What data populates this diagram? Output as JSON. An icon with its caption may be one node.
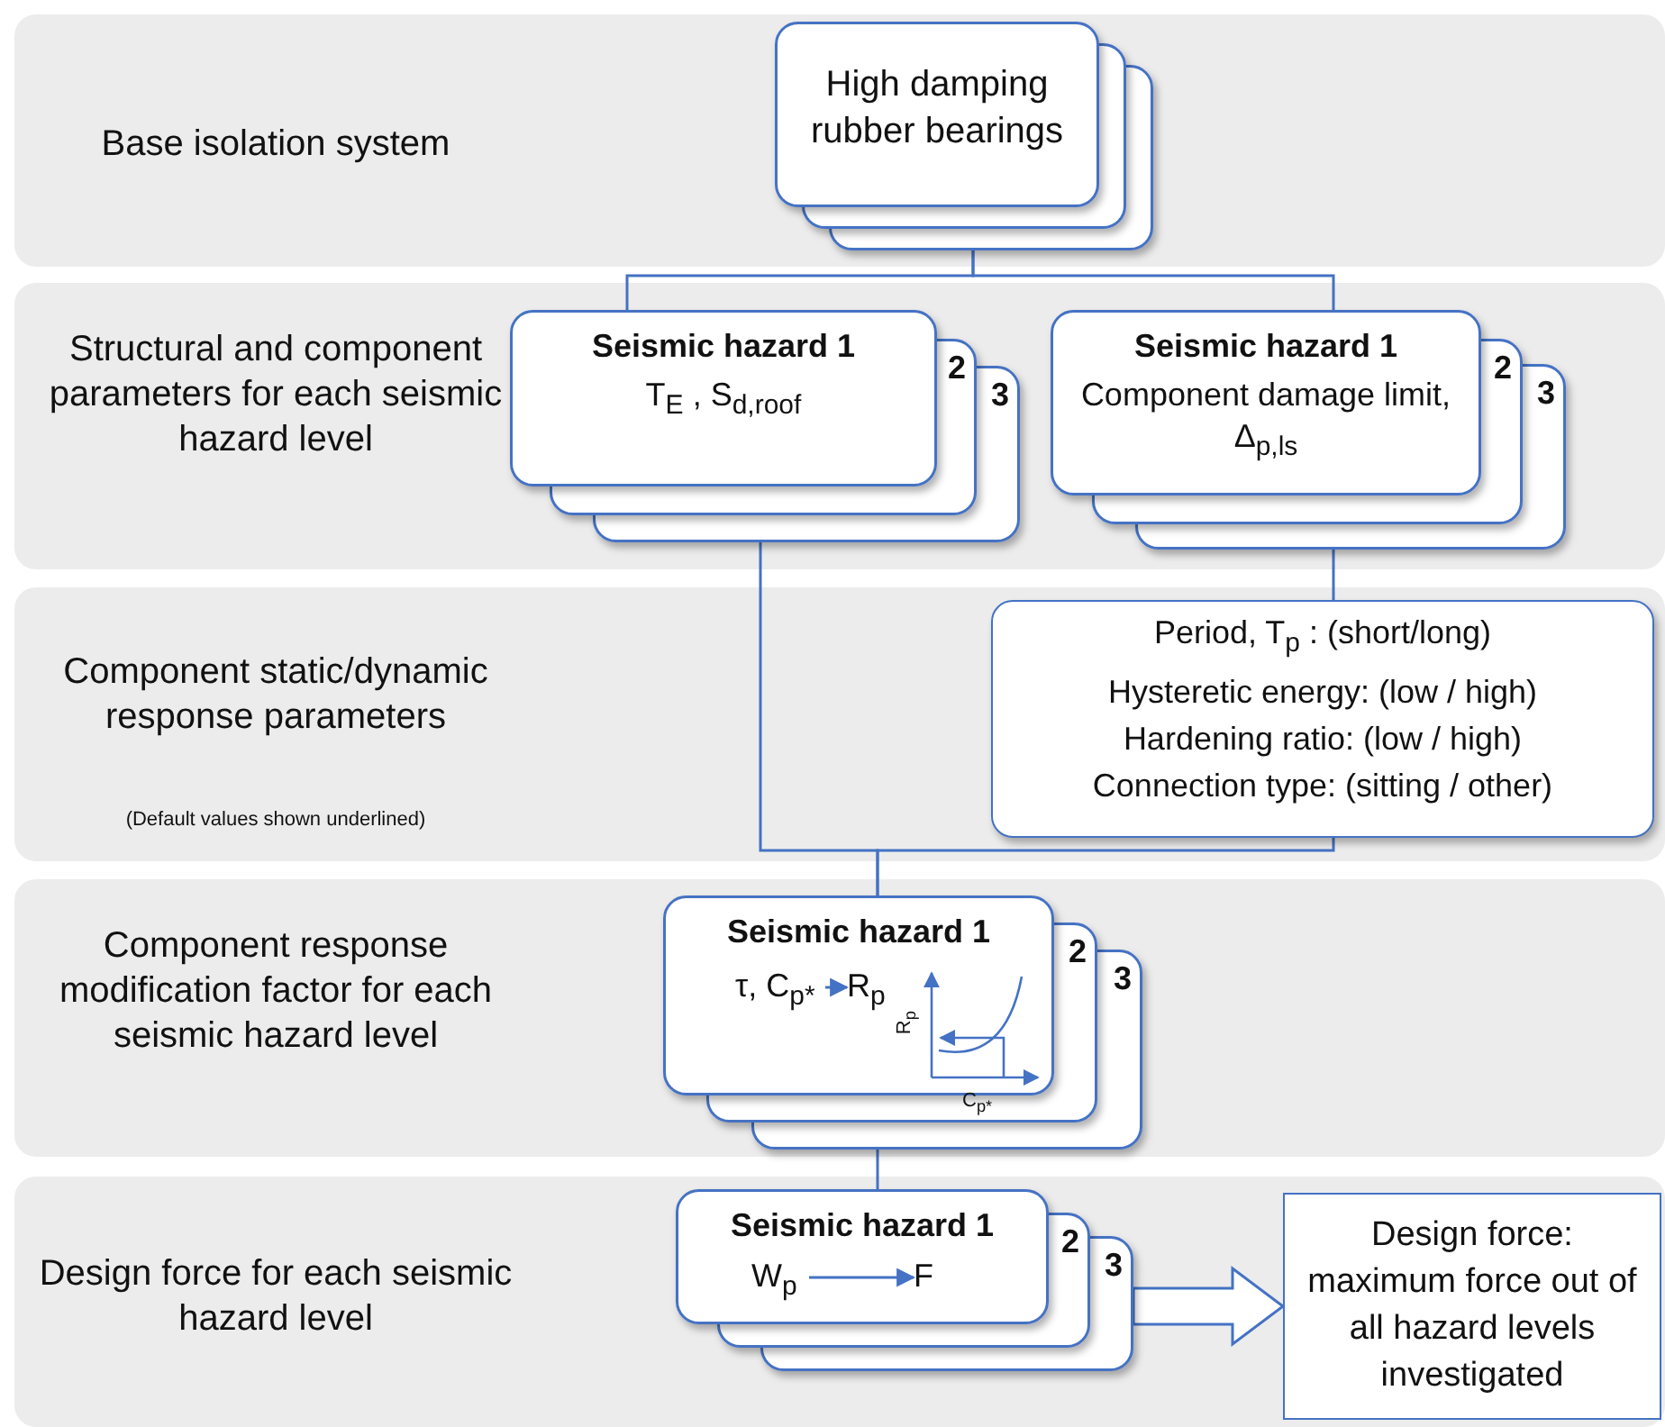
{
  "diagram": {
    "nodes": [
      {
        "text": [
          "Base isolation system"
        ]
      },
      {
        "text": [
          "High damping rubber bearings"
        ],
        "in": 0
      },
      {
        "text": [
          "Structural and component parameters for each seismic hazard level"
        ]
      },
      {
        "text": [
          "Seismic hazard 1",
          "T$_{E}$ , S$_{d,roof}$",
          "2",
          "3"
        ],
        "in": 2
      },
      {
        "text": [
          "Seismic hazard 1",
          "Component damage limit, Δ$_{p,ls}$",
          "2",
          "3"
        ],
        "in": 2
      },
      {
        "text": [
          "Component static/dynamic response parameters",
          "(Default values shown underlined)"
        ]
      },
      {
        "text": [
          "Period, T$_{p}$ : (short/long)",
          "Hysteretic energy: (low / high)",
          "Hardening ratio: (low / high)",
          "Connection type: (sitting / other)"
        ],
        "in": 5
      },
      {
        "text": [
          "Component response modification factor for each seismic hazard level"
        ]
      },
      {
        "text": [
          "Seismic hazard 1",
          "2",
          "3"
        ],
        "in": 7
      },
      {
        "text": [
          "τ, C$_{p*}$"
        ],
        "in": 8
      },
      {
        "text": [
          "R$_{p}$"
        ],
        "in": 8
      },
      {
        "text": [
          "Design force for each seismic hazard level"
        ]
      },
      {
        "text": [
          "Seismic hazard 1",
          "2",
          "3"
        ],
        "in": 11
      },
      {
        "text": [
          "W$_{p}$"
        ],
        "in": 12
      },
      {
        "text": [
          "F"
        ],
        "in": 12
      },
      {
        "text": [
          "Design force: maximum force out of all hazard levels investigated"
        ],
        "in": 11
      }
    ],
    "edges": [
      {
        "from": 1,
        "to": 3,
        "arrow": "none"
      },
      {
        "from": 1,
        "to": 4,
        "arrow": "none"
      },
      {
        "from": 3,
        "to": 8,
        "arrow": "none"
      },
      {
        "from": 4,
        "to": 6,
        "arrow": "none"
      },
      {
        "from": 6,
        "to": 8,
        "arrow": "none"
      },
      {
        "from": 8,
        "to": 12,
        "arrow": "none"
      },
      {
        "from": 9,
        "to": 10,
        "arrow": "to"
      },
      {
        "from": 13,
        "to": 14,
        "arrow": "to"
      },
      {
        "from": 12,
        "to": 15,
        "arrow": "to",
        "style": "thick"
      }
    ],
    "labels": [
      "R$_{p}$",
      "C$_{p*}$"
    ]
  }
}
